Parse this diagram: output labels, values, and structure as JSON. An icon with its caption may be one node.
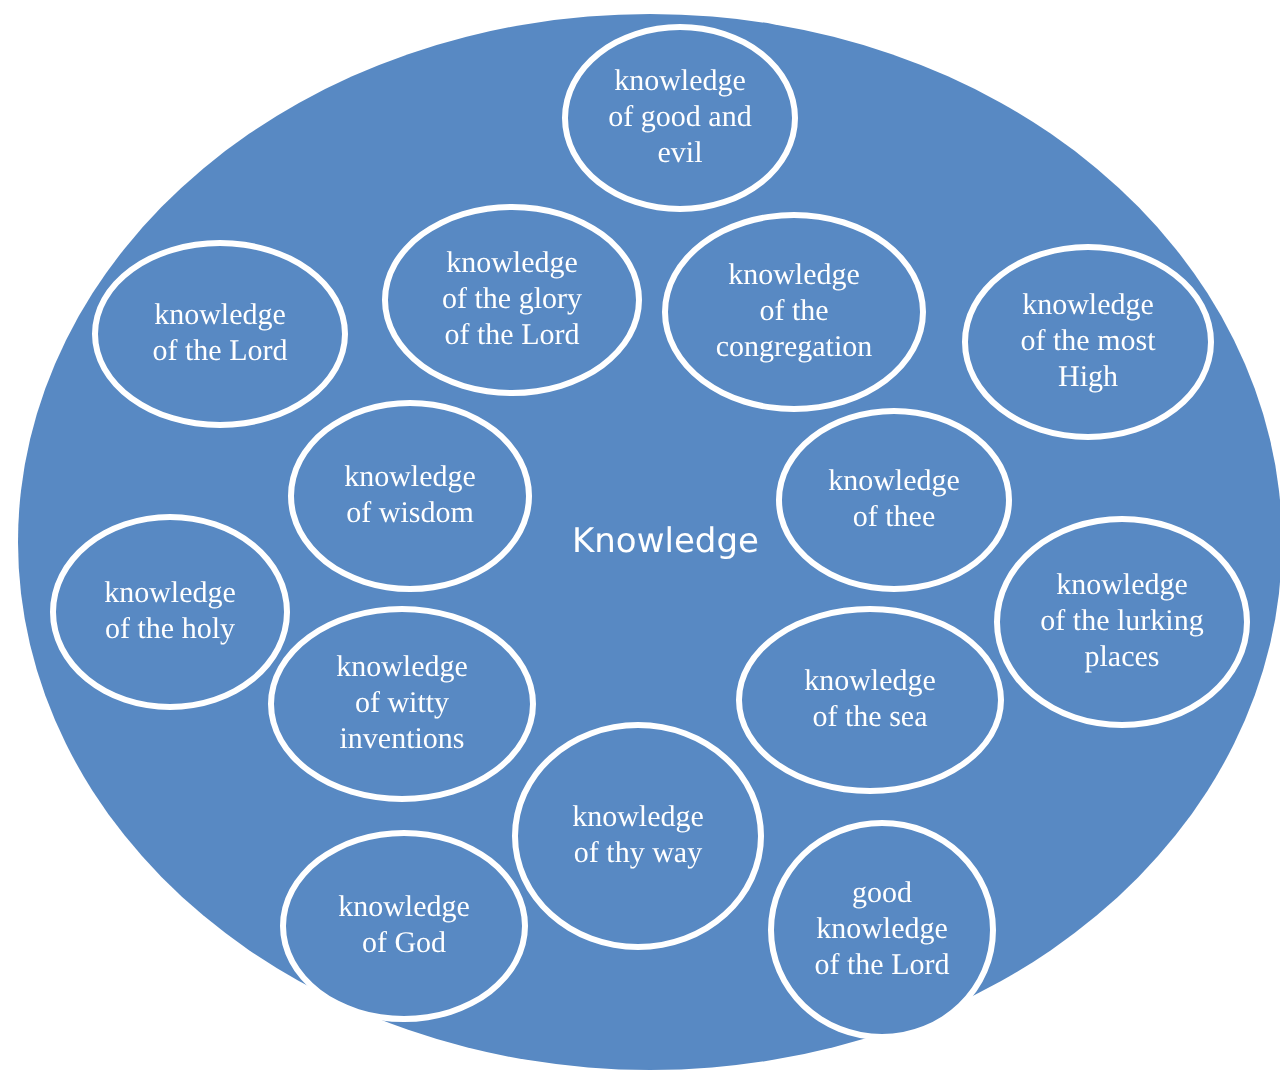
{
  "diagram": {
    "nodes": [
      {
        "text": [
          "Knowledge"
        ]
      },
      {
        "text": [
          "knowledge of good and evil"
        ],
        "in": 0
      },
      {
        "text": [
          "knowledge of the Lord"
        ],
        "in": 0
      },
      {
        "text": [
          "knowledge of the glory of the Lord"
        ],
        "in": 0
      },
      {
        "text": [
          "knowledge of the congregation"
        ],
        "in": 0
      },
      {
        "text": [
          "knowledge of the most High"
        ],
        "in": 0
      },
      {
        "text": [
          "knowledge of wisdom"
        ],
        "in": 0
      },
      {
        "text": [
          "knowledge of thee"
        ],
        "in": 0
      },
      {
        "text": [
          "knowledge of the holy"
        ],
        "in": 0
      },
      {
        "text": [
          "knowledge of the lurking places"
        ],
        "in": 0
      },
      {
        "text": [
          "knowledge of witty inventions"
        ],
        "in": 0
      },
      {
        "text": [
          "knowledge of the sea"
        ],
        "in": 0
      },
      {
        "text": [
          "knowledge of thy way"
        ],
        "in": 0
      },
      {
        "text": [
          "knowledge of God"
        ],
        "in": 0
      },
      {
        "text": [
          "good knowledge of the Lord"
        ],
        "in": 0
      }
    ]
  }
}
